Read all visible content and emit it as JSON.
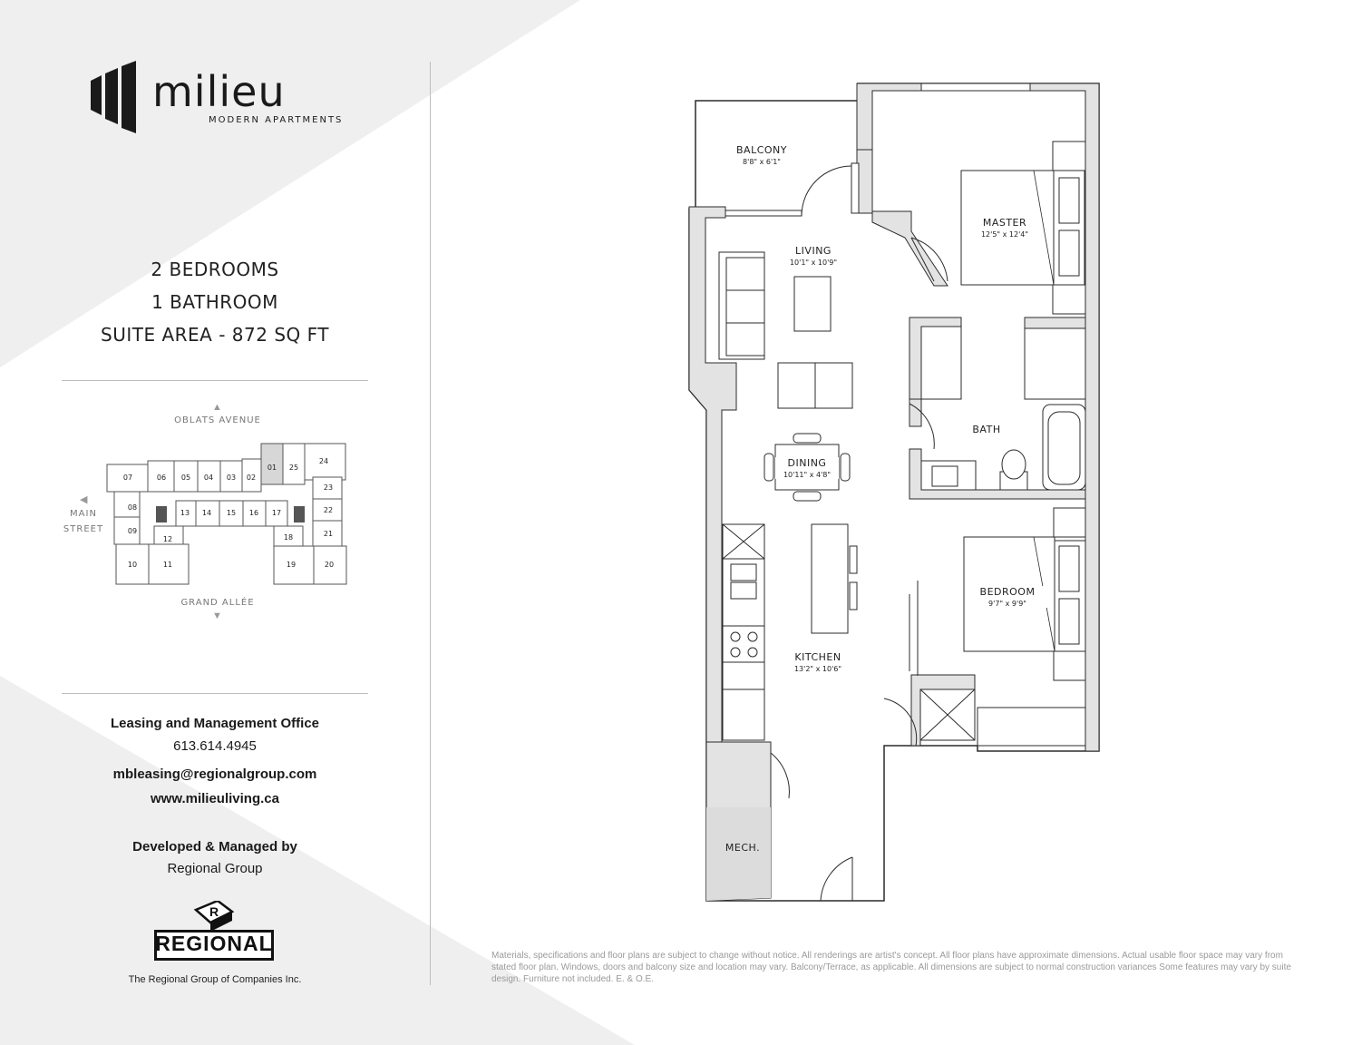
{
  "brand": {
    "name": "milieu",
    "tagline": "MODERN APARTMENTS"
  },
  "suite": {
    "bedrooms": "2 BEDROOMS",
    "bathrooms": "1 BATHROOM",
    "area": "SUITE AREA - 872 SQ FT"
  },
  "site_plan": {
    "north_street": "OBLATS AVENUE",
    "west_street_line1": "MAIN",
    "west_street_line2": "STREET",
    "south_street": "GRAND ALLÉE",
    "units": [
      "07",
      "06",
      "05",
      "04",
      "03",
      "02",
      "01",
      "25",
      "24",
      "08",
      "13",
      "14",
      "15",
      "16",
      "17",
      "23",
      "22",
      "09",
      "12",
      "18",
      "21",
      "10",
      "11",
      "19",
      "20"
    ],
    "highlighted_unit": "01"
  },
  "rooms": {
    "balcony": {
      "name": "BALCONY",
      "dims": "8'8\" x 6'1\""
    },
    "living": {
      "name": "LIVING",
      "dims": "10'1\" x 10'9\""
    },
    "master": {
      "name": "MASTER",
      "dims": "12'5\" x 12'4\""
    },
    "bath": {
      "name": "BATH"
    },
    "dining": {
      "name": "DINING",
      "dims": "10'11\" x 4'8\""
    },
    "bedroom": {
      "name": "BEDROOM",
      "dims": "9'7\" x 9'9\""
    },
    "kitchen": {
      "name": "KITCHEN",
      "dims": "13'2\" x 10'6\""
    },
    "mech": {
      "name": "MECH."
    }
  },
  "contact": {
    "office_label": "Leasing and Management Office",
    "phone": "613.614.4945",
    "email": "mbleasing@regionalgroup.com",
    "website": "www.milieuliving.ca",
    "developer_label": "Developed & Managed by",
    "developer": "Regional Group"
  },
  "regional_logo": {
    "word": "REGIONAL",
    "caption": "The Regional Group of Companies Inc."
  },
  "disclaimer": "Materials, specifications and floor plans are subject to change without notice. All renderings are artist's concept. All floor plans have approximate dimensions. Actual usable floor space may vary from stated floor plan. Windows, doors and balcony size and location may vary. Balcony/Terrace, as applicable. All dimensions are subject to normal construction variances Some features may vary by suite design. Furniture not included. E. & O.E.",
  "colors": {
    "background_band": "#eeeeee",
    "wall_fill": "#e3e3e3",
    "line": "#2b2b2b",
    "highlight_unit": "#d7d7d7"
  }
}
